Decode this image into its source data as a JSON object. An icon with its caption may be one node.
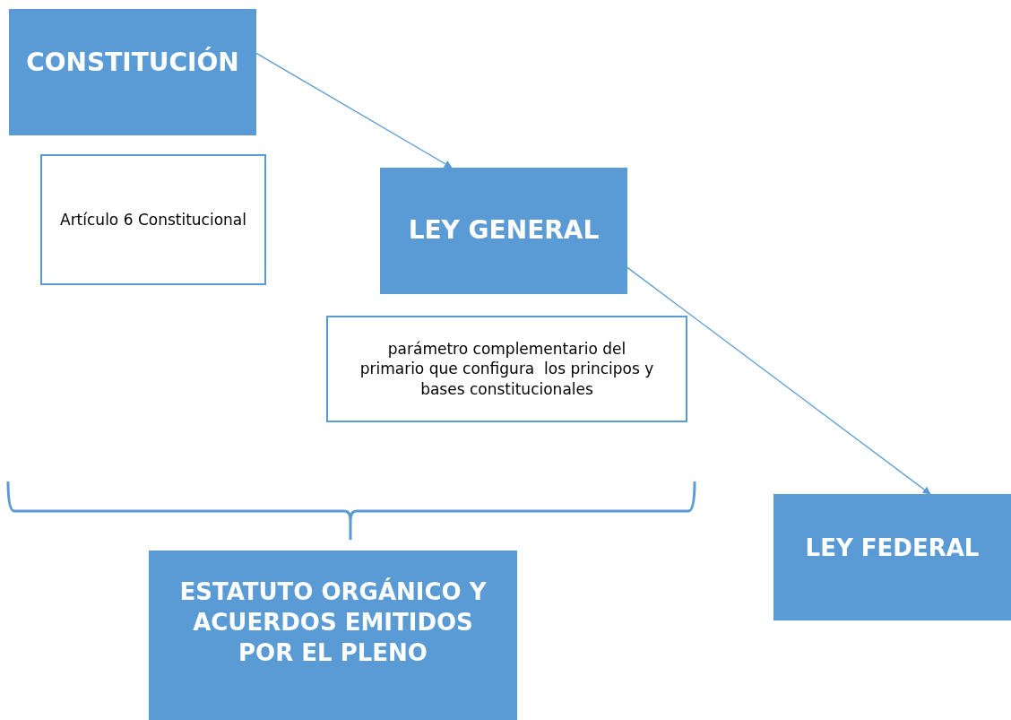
{
  "diagram": {
    "nodes": [
      {
        "text": [
          "CONSTITUCIÓN"
        ]
      },
      {
        "text": [
          "Artículo 6 Constitucional"
        ]
      },
      {
        "text": [
          "LEY GENERAL"
        ]
      },
      {
        "text": [
          "parámetro complementario del primario que configura  los principos y bases constitucionales"
        ]
      },
      {
        "text": [
          "LEY FEDERAL"
        ]
      },
      {
        "text": [
          "ESTATUTO ORGÁNICO Y ACUERDOS EMITIDOS POR EL PLENO"
        ]
      }
    ],
    "edges": [
      {
        "from": 0,
        "to": 2,
        "arrow": "to"
      },
      {
        "from": 2,
        "to": 4,
        "arrow": "to"
      }
    ]
  }
}
